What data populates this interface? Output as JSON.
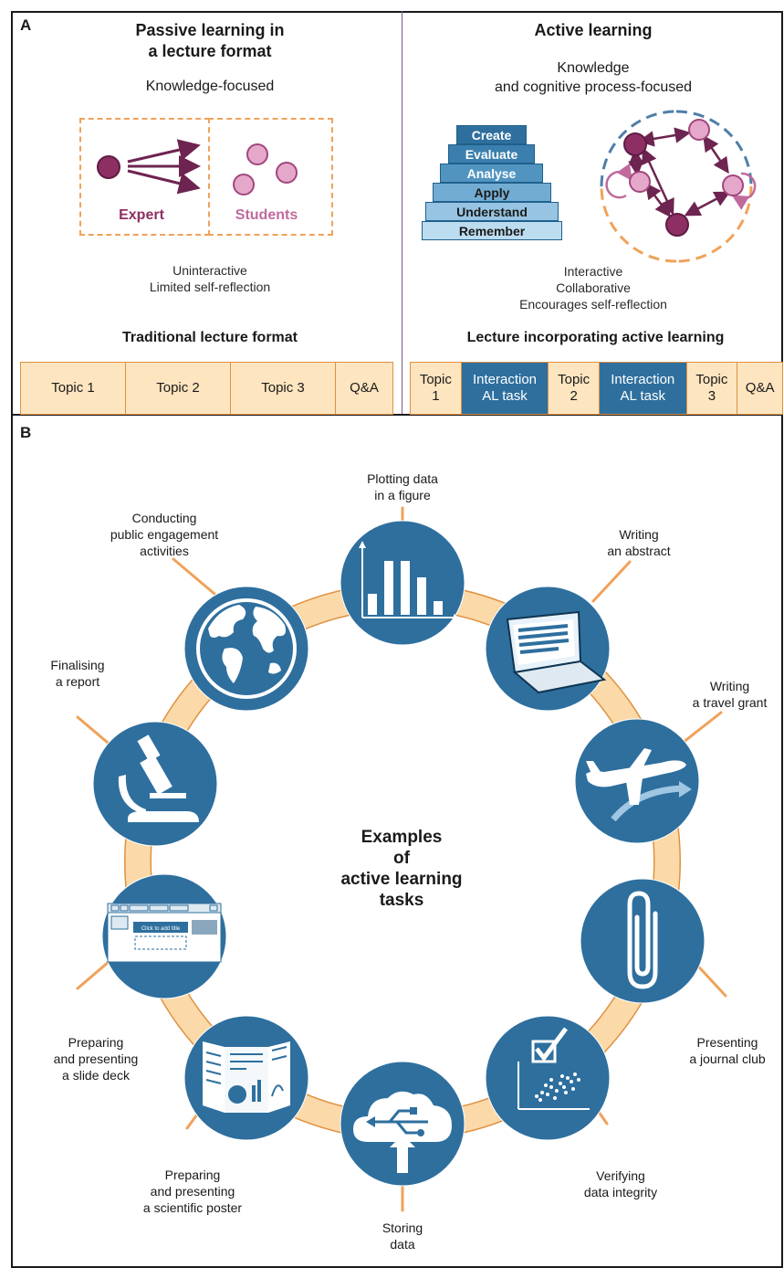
{
  "panel_a": {
    "letter": "A",
    "left": {
      "title_line1": "Passive learning in",
      "title_line2": "a lecture format",
      "subtitle": "Knowledge-focused",
      "expert_label": "Expert",
      "students_label": "Students",
      "desc_line1": "Uninteractive",
      "desc_line2": "Limited self-reflection",
      "format_title": "Traditional lecture format",
      "format_cells": [
        "Topic 1",
        "Topic 2",
        "Topic 3",
        "Q&A"
      ]
    },
    "right": {
      "title": "Active learning",
      "subtitle_line1": "Knowledge",
      "subtitle_line2": "and cognitive process-focused",
      "bloom_levels": [
        "Create",
        "Evaluate",
        "Analyse",
        "Apply",
        "Understand",
        "Remember"
      ],
      "desc_line1": "Interactive",
      "desc_line2": "Collaborative",
      "desc_line3": "Encourages self-reflection",
      "format_title": "Lecture incorporating active learning",
      "format_cells": [
        {
          "line1": "Topic",
          "line2": "1"
        },
        {
          "line1": "Interaction",
          "line2": "AL task"
        },
        {
          "line1": "Topic",
          "line2": "2"
        },
        {
          "line1": "Interaction",
          "line2": "AL task"
        },
        {
          "line1": "Topic",
          "line2": "3"
        },
        {
          "line1": "Q&A",
          "line2": ""
        }
      ]
    }
  },
  "panel_b": {
    "letter": "B",
    "center_line1": "Examples",
    "center_line2": "of",
    "center_line3": "active learning",
    "center_line4": "tasks",
    "tasks": [
      {
        "icon": "bar-chart-icon",
        "line1": "Plotting data",
        "line2": "in a figure",
        "line3": ""
      },
      {
        "icon": "laptop-icon",
        "line1": "Writing",
        "line2": "an abstract",
        "line3": ""
      },
      {
        "icon": "airplane-icon",
        "line1": "Writing",
        "line2": "a travel grant",
        "line3": ""
      },
      {
        "icon": "paperclip-icon",
        "line1": "Presenting",
        "line2": "a journal club",
        "line3": ""
      },
      {
        "icon": "scatter-check-icon",
        "line1": "Verifying",
        "line2": "data integrity",
        "line3": ""
      },
      {
        "icon": "cloud-usb-icon",
        "line1": "Storing",
        "line2": "data",
        "line3": ""
      },
      {
        "icon": "poster-icon",
        "line1": "Preparing",
        "line2": "and presenting",
        "line3": "a scientific poster"
      },
      {
        "icon": "slide-deck-icon",
        "line1": "Preparing",
        "line2": "and presenting",
        "line3": "a slide deck"
      },
      {
        "icon": "microscope-icon",
        "line1": "Finalising",
        "line2": "a report",
        "line3": ""
      },
      {
        "icon": "globe-icon",
        "line1": "Conducting",
        "line2": "public engagement",
        "line3": "activities"
      }
    ],
    "slide_placeholder": "Click to add title"
  },
  "colors": {
    "circle_blue": "#2e6f9e",
    "ring_peach": "#fbd9a8",
    "orange": "#f0a25a",
    "expert_purple": "#8e2f64",
    "student_pink": "#e5a8cb",
    "label_purple": "#8e2f64",
    "label_pink": "#c06a9c"
  }
}
